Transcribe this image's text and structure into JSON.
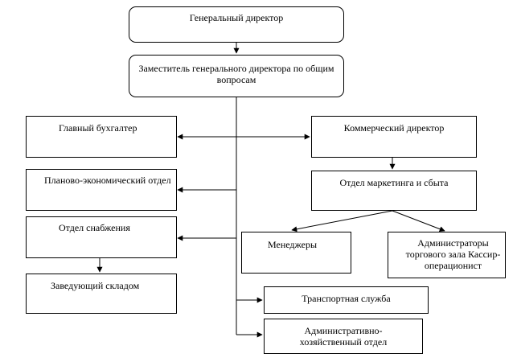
{
  "nodes": {
    "general_director": "Генеральный директор",
    "deputy_general_director": "Заместитель генерального директора по общим вопросам",
    "chief_accountant": "Главный бухгалтер",
    "commercial_director": "Коммерческий директор",
    "planning_economic_department": "Планово-экономический отдел",
    "marketing_sales_department": "Отдел маркетинга и сбыта",
    "supply_department": "Отдел снабжения",
    "managers": "Менеджеры",
    "hall_administrators": "Администраторы торгового зала Кассир-операционист",
    "warehouse_manager": "Заведующий складом",
    "transport_service": "Транспортная служба",
    "admin_household_department": "Административно-хозяйственный отдел"
  },
  "colors": {
    "line": "#000000",
    "box_border": "#000000",
    "background": "#ffffff"
  }
}
